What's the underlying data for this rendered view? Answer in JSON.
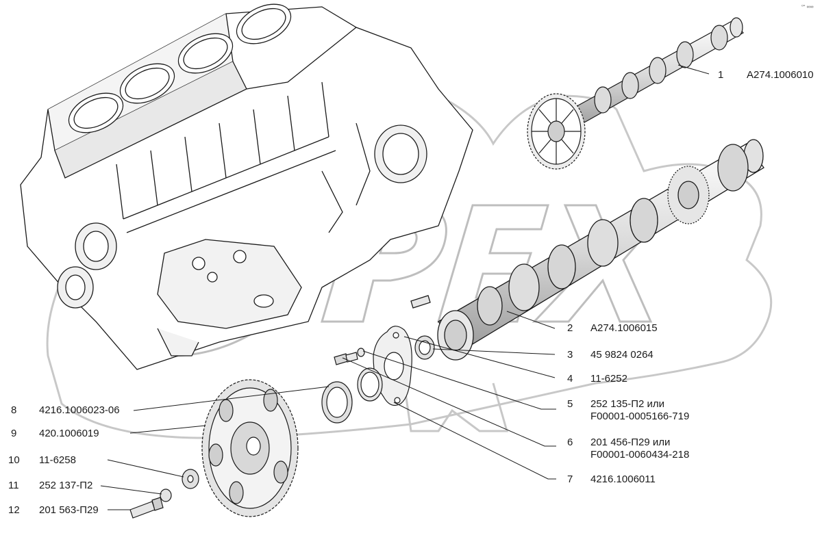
{
  "corner_mark": "⁰° ∞∞",
  "watermark": "OPEX",
  "callouts": [
    {
      "num": "1",
      "code": "А274.1006010"
    },
    {
      "num": "2",
      "code": "А274.1006015"
    },
    {
      "num": "3",
      "code": "45 9824 0264"
    },
    {
      "num": "4",
      "code": "11-6252"
    },
    {
      "num": "5",
      "code": "252 135-П2 или",
      "code2": "F00001-0005166-719"
    },
    {
      "num": "6",
      "code": "201 456-П29 или",
      "code2": "F00001-0060434-218"
    },
    {
      "num": "7",
      "code": "4216.1006011"
    },
    {
      "num": "8",
      "code": "4216.1006023-06"
    },
    {
      "num": "9",
      "code": "420.1006019"
    },
    {
      "num": "10",
      "code": "11-6258"
    },
    {
      "num": "11",
      "code": "252 137-П2"
    },
    {
      "num": "12",
      "code": "201 563-П29"
    }
  ]
}
